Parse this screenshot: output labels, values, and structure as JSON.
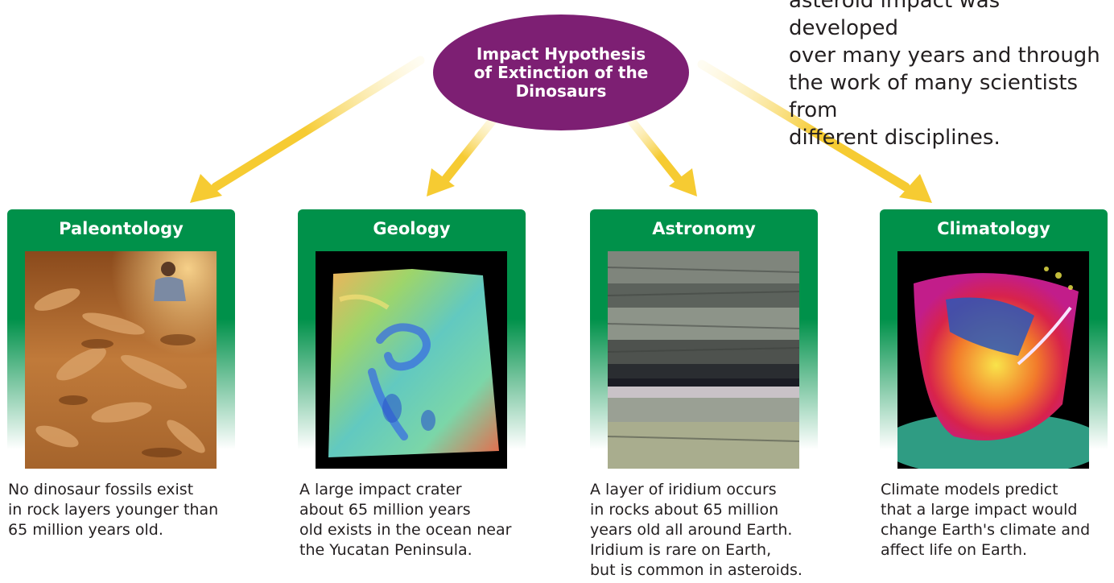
{
  "center": {
    "title": "Impact Hypothesis\nof Extinction of the\nDinosaurs"
  },
  "intro_text": "asteroid impact was developed\nover many years and through\nthe work of many scientists from\ndifferent disciplines.",
  "colors": {
    "center_oval": "#7d1f73",
    "card_green": "#00914a",
    "arrow_gold": "#f6cb32",
    "arrow_pale": "#fdf5d2"
  },
  "disciplines": [
    {
      "title": "Paleontology",
      "photo": "dinosaur-fossil-dig-photo",
      "caption": "No dinosaur fossils exist\nin rock layers younger than\n65 million years old."
    },
    {
      "title": "Geology",
      "photo": "impact-crater-relief-map",
      "caption": "A large impact crater\nabout 65 million years\nold exists in the ocean near\nthe Yucatan Peninsula."
    },
    {
      "title": "Astronomy",
      "photo": "iridium-rock-layer-photo",
      "caption": "A layer of iridium occurs\nin rocks about 65 million\nyears old all around Earth.\nIridium is rare on Earth,\nbut is common in asteroids."
    },
    {
      "title": "Climatology",
      "photo": "climate-impact-simulation",
      "caption": "Climate models predict\nthat a large impact would\nchange Earth's climate and\naffect life on Earth."
    }
  ]
}
